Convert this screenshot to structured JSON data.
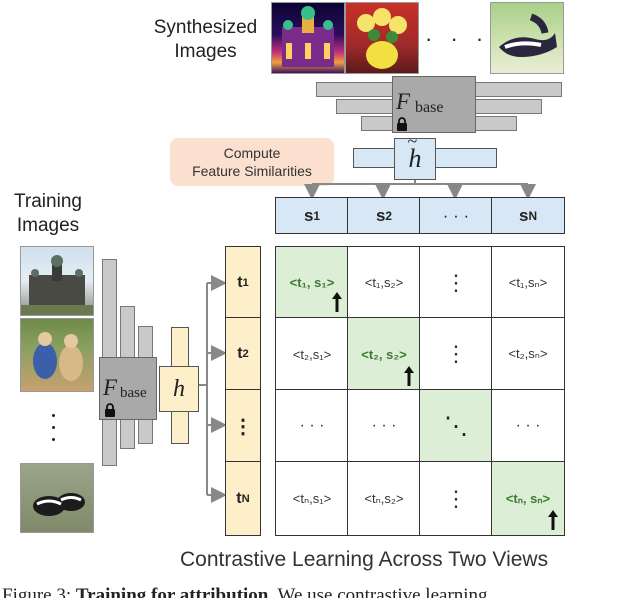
{
  "synth_label": "Synthesized\nImages",
  "training_label": "Training\nImages",
  "fbase_label": "F",
  "fbase_sub": "base",
  "h_label": "h",
  "h_tilde_label": "h",
  "compute_label": "Compute\nFeature Similarities",
  "s_headers": [
    {
      "main": "s",
      "sub": "1"
    },
    {
      "main": "s",
      "sub": "2"
    },
    {
      "main": "· · ·",
      "sub": ""
    },
    {
      "main": "s",
      "sub": "N"
    }
  ],
  "t_headers": [
    {
      "main": "t",
      "sub": "1"
    },
    {
      "main": "t",
      "sub": "2"
    },
    {
      "main": "⋮",
      "sub": ""
    },
    {
      "main": "t",
      "sub": "N"
    }
  ],
  "matrix": [
    [
      "<t₁, s₁>",
      "<t₁,s₂>",
      "⋮",
      "<t₁,sₙ>"
    ],
    [
      "<t₂,s₁>",
      "<t₂, s₂>",
      "⋮",
      "<t₂,sₙ>"
    ],
    [
      "· · ·",
      "· · ·",
      "⋱",
      "· · ·"
    ],
    [
      "<tₙ,s₁>",
      "<tₙ,s₂>",
      "⋮",
      "<tₙ, sₙ>"
    ]
  ],
  "caption": "Contrastive Learning Across Two Views",
  "figure_caption_prefix": "Figure 3: ",
  "figure_caption_bold": "Training for attribution.",
  "figure_caption_rest": " We use contrastive learning"
}
